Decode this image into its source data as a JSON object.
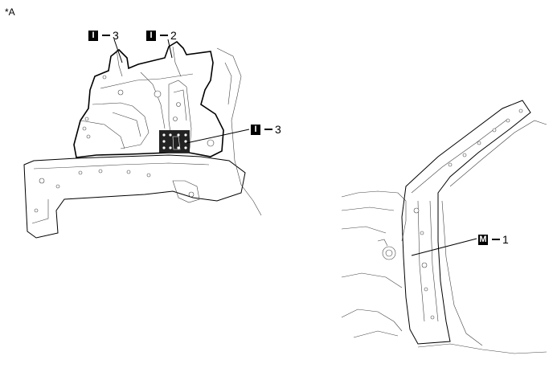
{
  "diagram": {
    "corner_label": "*A",
    "callouts": [
      {
        "letter": "I",
        "number": "3"
      },
      {
        "letter": "I",
        "number": "2"
      },
      {
        "letter": "I",
        "number": "3"
      },
      {
        "letter": "M",
        "number": "1"
      }
    ]
  }
}
